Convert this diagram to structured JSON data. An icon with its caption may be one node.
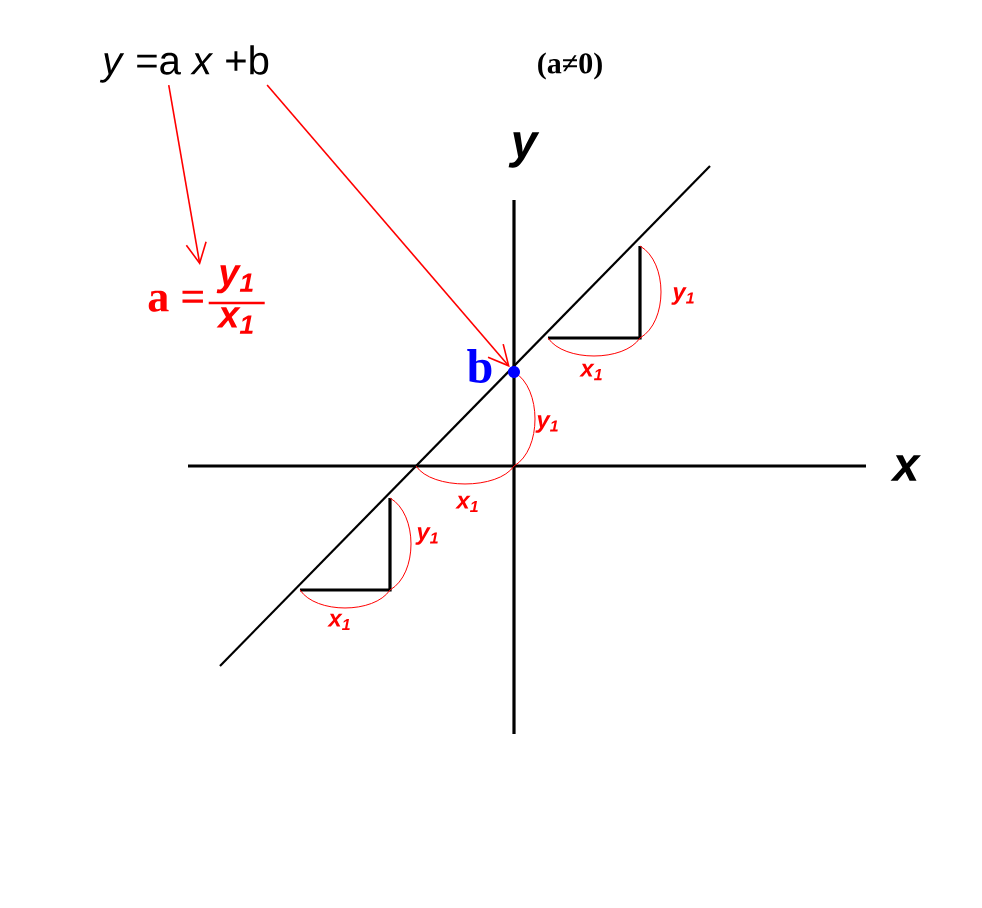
{
  "diagram": {
    "nodes": [
      {
        "text": [
          "*y* =a *x* +b"
        ]
      },
      {
        "text": [
          "a =",
          "y$_{1}$",
          "x$_{1}$"
        ]
      },
      {
        "text": [],
        "shape": "circle",
        "beside": [
          "b"
        ]
      }
    ],
    "edges": [
      {
        "from": 0,
        "to": 1,
        "arrow": "to"
      },
      {
        "from": 0,
        "to": 2,
        "arrow": "to"
      }
    ],
    "labels": [
      "(a≠0)",
      "y",
      "x",
      "y$_{1}$",
      "x$_{1}$",
      "y$_{1}$",
      "x$_{1}$",
      "y$_{1}$",
      "x$_{1}$"
    ]
  }
}
